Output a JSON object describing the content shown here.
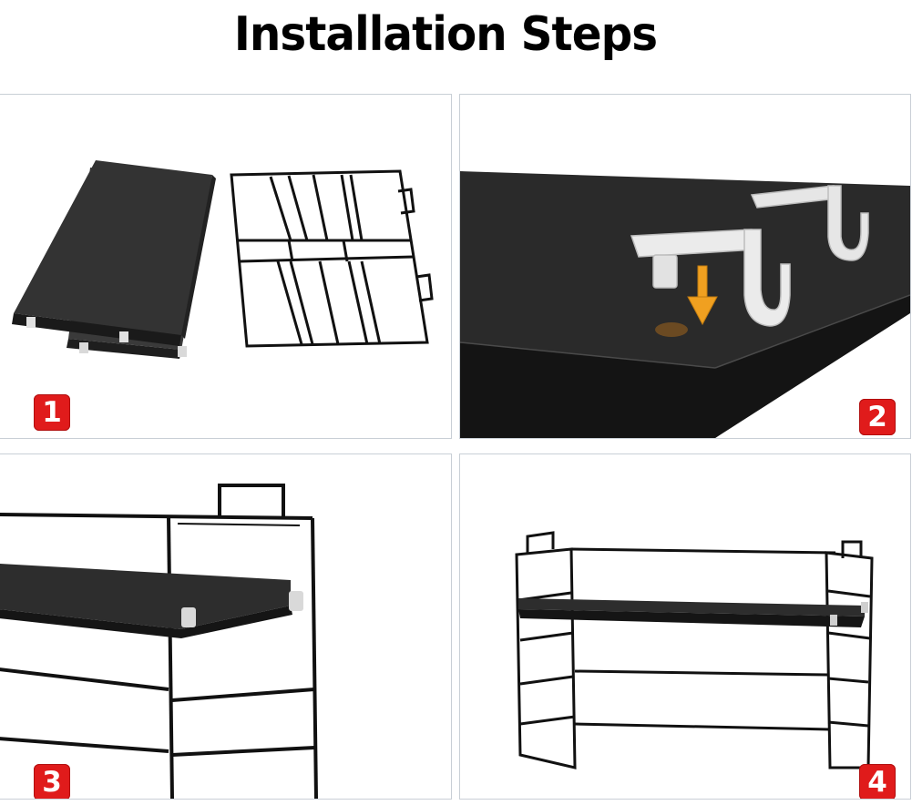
{
  "title": "Installation Steps",
  "steps": [
    {
      "number": "1"
    },
    {
      "number": "2"
    },
    {
      "number": "3"
    },
    {
      "number": "4"
    }
  ],
  "colors": {
    "badge": "#e01b1b",
    "board": "#2b2b2b",
    "frame": "#111111",
    "arrow": "#f0a020"
  }
}
